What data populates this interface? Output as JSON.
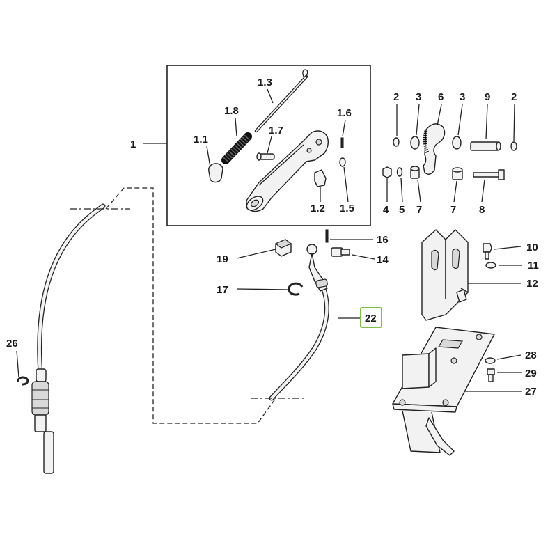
{
  "labels": {
    "p1": "1",
    "p1_1": "1.1",
    "p1_2": "1.2",
    "p1_3": "1.3",
    "p1_5": "1.5",
    "p1_6": "1.6",
    "p1_7": "1.7",
    "p1_8": "1.8",
    "p2a": "2",
    "p2b": "2",
    "p3a": "3",
    "p3b": "3",
    "p4": "4",
    "p5": "5",
    "p6": "6",
    "p7a": "7",
    "p7b": "7",
    "p8": "8",
    "p9": "9",
    "p10": "10",
    "p11": "11",
    "p12": "12",
    "p14": "14",
    "p16": "16",
    "p17": "17",
    "p19": "19",
    "p22": "22",
    "p26": "26",
    "p27": "27",
    "p28": "28",
    "p29": "29"
  },
  "highlight": {
    "part": "22",
    "color": "#7cc242"
  }
}
